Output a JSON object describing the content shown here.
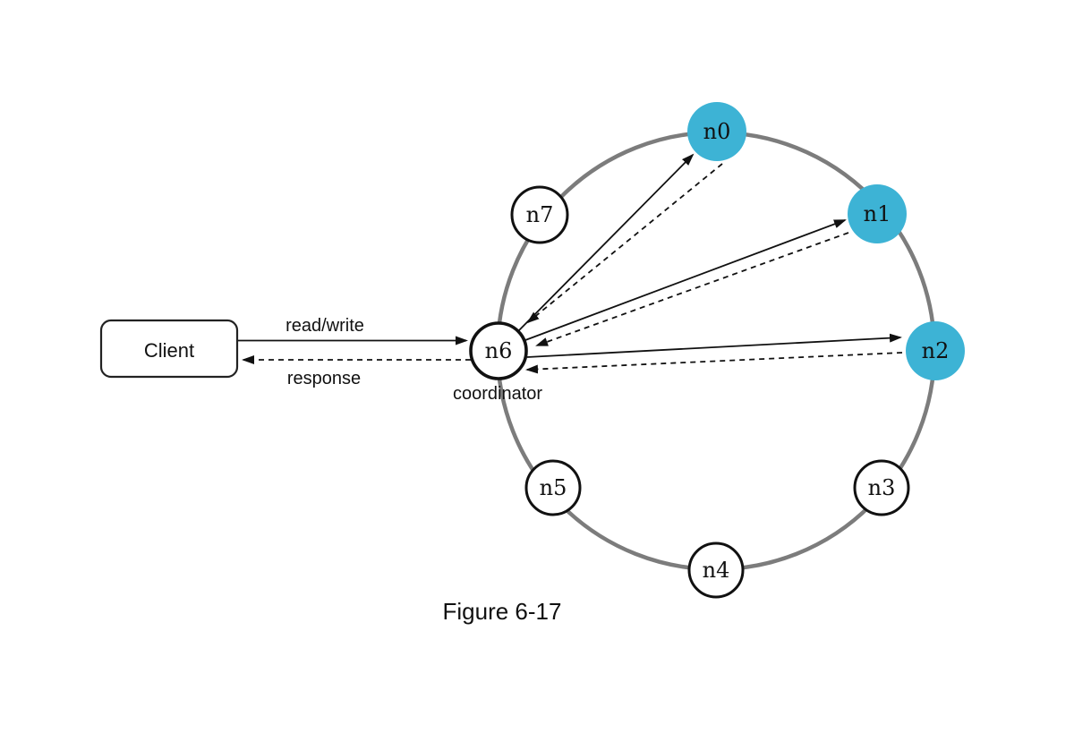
{
  "diagram": {
    "caption": "Figure 6-17",
    "client": {
      "label": "Client"
    },
    "edge_labels": {
      "request": "read/write",
      "response": "response"
    },
    "coordinator_label": "coordinator",
    "nodes": [
      {
        "id": "n0",
        "label": "n0",
        "role": "replica-highlighted",
        "fill": "#3db3d5"
      },
      {
        "id": "n1",
        "label": "n1",
        "role": "replica-highlighted",
        "fill": "#3db3d5"
      },
      {
        "id": "n2",
        "label": "n2",
        "role": "replica-highlighted",
        "fill": "#3db3d5"
      },
      {
        "id": "n3",
        "label": "n3",
        "role": "ring-node",
        "fill": "#ffffff"
      },
      {
        "id": "n4",
        "label": "n4",
        "role": "ring-node",
        "fill": "#ffffff"
      },
      {
        "id": "n5",
        "label": "n5",
        "role": "ring-node",
        "fill": "#ffffff"
      },
      {
        "id": "n6",
        "label": "n6",
        "role": "coordinator",
        "fill": "#ffffff"
      },
      {
        "id": "n7",
        "label": "n7",
        "role": "ring-node",
        "fill": "#ffffff"
      }
    ],
    "colors": {
      "highlight": "#3db3d5",
      "ring_stroke": "#7c7c7c",
      "line": "#111111"
    }
  }
}
